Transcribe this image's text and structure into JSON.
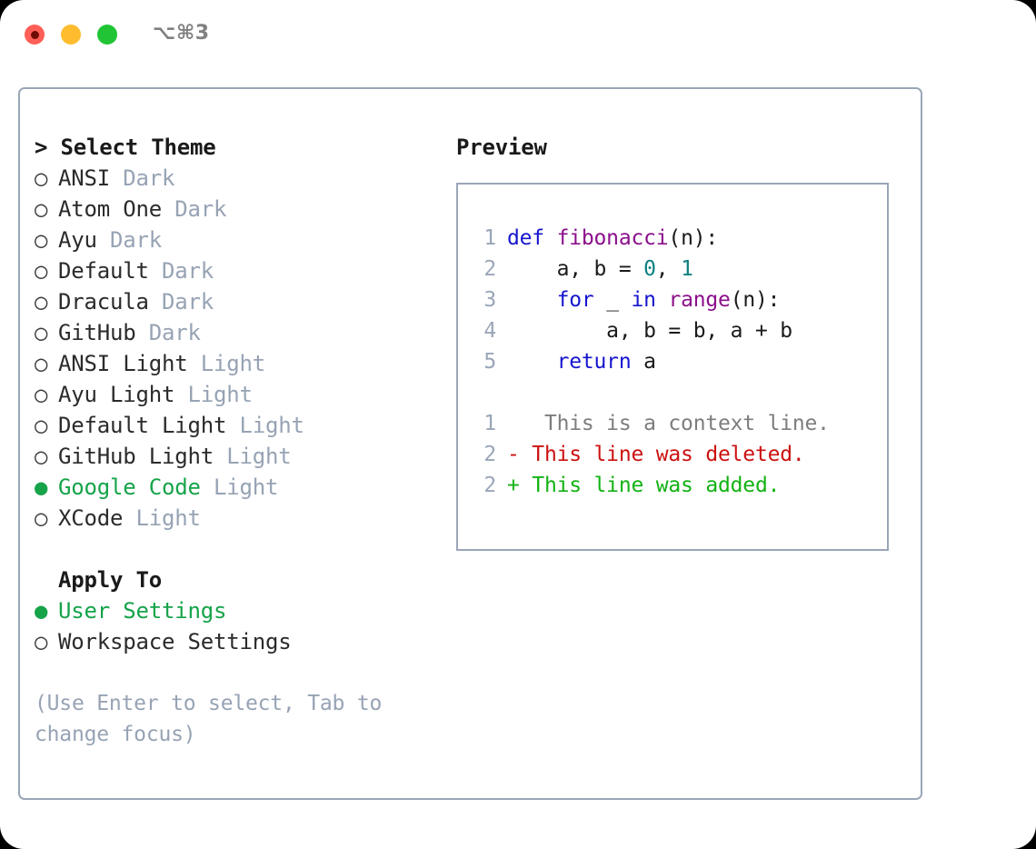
{
  "titlebar": {
    "shortcut": "⌥⌘3",
    "buttons": [
      {
        "name": "close",
        "color": "#ff5f56"
      },
      {
        "name": "minimize",
        "color": "#febc2e"
      },
      {
        "name": "maximize",
        "color": "#21c435"
      }
    ]
  },
  "theme_picker": {
    "heading": "> Select Theme",
    "bullet_on": "●",
    "bullet_off": "○",
    "items": [
      {
        "label": "ANSI",
        "variant": "Dark",
        "selected": false
      },
      {
        "label": "Atom One",
        "variant": "Dark",
        "selected": false
      },
      {
        "label": "Ayu",
        "variant": "Dark",
        "selected": false
      },
      {
        "label": "Default",
        "variant": "Dark",
        "selected": false
      },
      {
        "label": "Dracula",
        "variant": "Dark",
        "selected": false
      },
      {
        "label": "GitHub",
        "variant": "Dark",
        "selected": false
      },
      {
        "label": "ANSI Light",
        "variant": "Light",
        "selected": false
      },
      {
        "label": "Ayu Light",
        "variant": "Light",
        "selected": false
      },
      {
        "label": "Default Light",
        "variant": "Light",
        "selected": false
      },
      {
        "label": "GitHub Light",
        "variant": "Light",
        "selected": false
      },
      {
        "label": "Google Code",
        "variant": "Light",
        "selected": true
      },
      {
        "label": "XCode",
        "variant": "Light",
        "selected": false
      }
    ]
  },
  "apply_to": {
    "heading": "Apply To",
    "items": [
      {
        "label": "User Settings",
        "selected": true
      },
      {
        "label": "Workspace Settings",
        "selected": false
      }
    ]
  },
  "hint": "(Use Enter to select, Tab to change focus)",
  "preview": {
    "title": "Preview",
    "code_lines": [
      {
        "no": "1",
        "tokens": [
          {
            "t": "def ",
            "c": "kw"
          },
          {
            "t": "fibonacci",
            "c": "fn"
          },
          {
            "t": "(n):",
            "c": "pl"
          }
        ]
      },
      {
        "no": "2",
        "tokens": [
          {
            "t": "    a, b = ",
            "c": "pl"
          },
          {
            "t": "0",
            "c": "num"
          },
          {
            "t": ", ",
            "c": "pl"
          },
          {
            "t": "1",
            "c": "num"
          }
        ]
      },
      {
        "no": "3",
        "tokens": [
          {
            "t": "    for ",
            "c": "kw"
          },
          {
            "t": "_ ",
            "c": "pl"
          },
          {
            "t": "in ",
            "c": "kw"
          },
          {
            "t": "range",
            "c": "fn"
          },
          {
            "t": "(n):",
            "c": "pl"
          }
        ]
      },
      {
        "no": "4",
        "tokens": [
          {
            "t": "        a, b = b, a + b",
            "c": "pl"
          }
        ]
      },
      {
        "no": "5",
        "tokens": [
          {
            "t": "    return ",
            "c": "kw"
          },
          {
            "t": "a",
            "c": "pl"
          }
        ]
      }
    ],
    "diff_lines": [
      {
        "no": "1",
        "marker": " ",
        "text": "  This is a context line.",
        "kind": "ctx"
      },
      {
        "no": "2",
        "marker": "-",
        "text": " This line was deleted.",
        "kind": "del"
      },
      {
        "no": "2",
        "marker": "+",
        "text": " This line was added.",
        "kind": "add"
      }
    ]
  },
  "colors": {
    "selected_green": "#16a34a",
    "muted": "#97a3b4",
    "border": "#9aa6b8",
    "keyword": "#1515cf",
    "function": "#8b0f8b",
    "number": "#0d8080",
    "diff_context": "#7d7d7d",
    "diff_deleted": "#cc1111",
    "diff_added": "#12b212"
  }
}
